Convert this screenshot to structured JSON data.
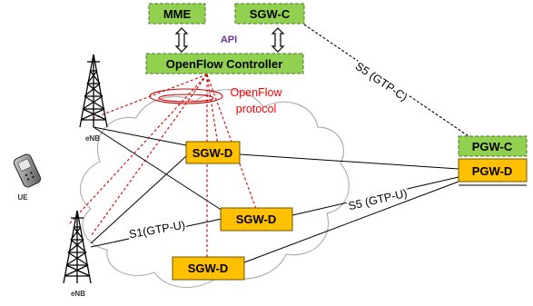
{
  "nodes": {
    "mme": {
      "label": "MME",
      "fill": "#92d050",
      "stroke": "#4a7a2a"
    },
    "sgw_c": {
      "label": "SGW-C",
      "fill": "#92d050",
      "stroke": "#4a7a2a"
    },
    "controller": {
      "label": "OpenFlow Controller",
      "fill": "#92d050",
      "stroke": "#4a7a2a"
    },
    "pgw_c": {
      "label": "PGW-C",
      "fill": "#92d050",
      "stroke": "#4a7a2a"
    },
    "pgw_d": {
      "label": "PGW-D",
      "fill": "#ffc000",
      "stroke": "#6b5500"
    },
    "sgw_d": [
      {
        "label": "SGW-D"
      },
      {
        "label": "SGW-D"
      },
      {
        "label": "SGW-D"
      }
    ],
    "sgw_d_colors": {
      "fill": "#ffc000",
      "stroke": "#6b5500"
    },
    "enb_top": {
      "label": "eNB"
    },
    "enb_bottom": {
      "label": "eNB"
    },
    "ue": {
      "label": "UE"
    }
  },
  "annotations": {
    "api": {
      "text": "API",
      "color": "#7030a0"
    },
    "openflow": {
      "line1": "OpenFlow",
      "line2": "protocol",
      "color": "#ff0000"
    },
    "s5_gtpc": "S5 (GTP-C)",
    "s5_gtpu": "S5 (GTP-U)",
    "s1_gtpu": "S1(GTP-U)"
  },
  "colors": {
    "cloud_stroke": "#b0b0b0",
    "openflow_link": "#d00000",
    "data_link": "#000000"
  }
}
